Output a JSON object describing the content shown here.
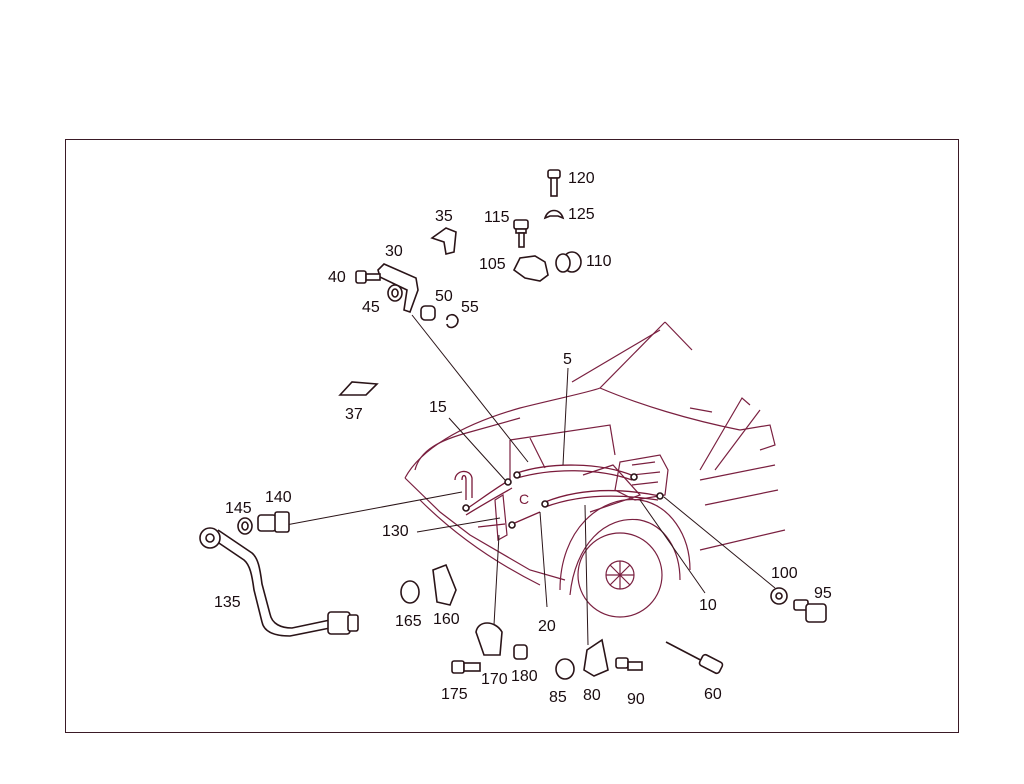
{
  "diagram": {
    "frame_color": "#3a1a26",
    "line_color": "#7a1a3a",
    "callouts": {
      "c5": "5",
      "c10": "10",
      "c15": "15",
      "c20": "20",
      "c30": "30",
      "c35": "35",
      "c37": "37",
      "c40": "40",
      "c45": "45",
      "c50": "50",
      "c55": "55",
      "c60": "60",
      "c80": "80",
      "c85": "85",
      "c90": "90",
      "c95": "95",
      "c100": "100",
      "c105": "105",
      "c110": "110",
      "c115": "115",
      "c120": "120",
      "c125": "125",
      "c130": "130",
      "c135": "135",
      "c140": "140",
      "c145": "145",
      "c160": "160",
      "c165": "165",
      "c170": "170",
      "c175": "175",
      "c180": "180"
    }
  }
}
